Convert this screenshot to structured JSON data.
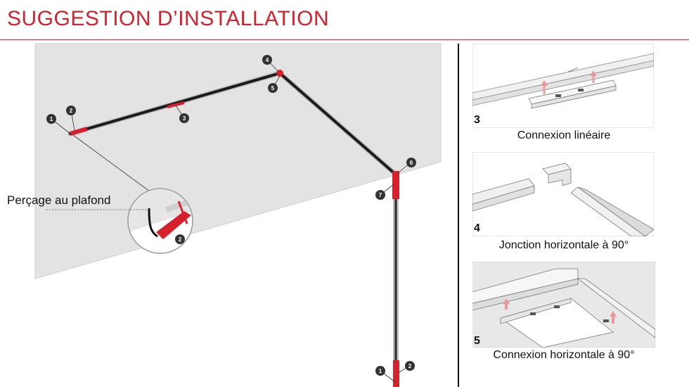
{
  "header": {
    "title": "SUGGESTION D’INSTALLATION"
  },
  "callout": {
    "label": "Perçage au plafond"
  },
  "badges": [
    "1",
    "2",
    "3",
    "4",
    "5",
    "6",
    "7"
  ],
  "panels": [
    {
      "number": "3",
      "caption": "Connexion linéaire"
    },
    {
      "number": "4",
      "caption": "Jonction horizontale à 90°"
    },
    {
      "number": "5",
      "caption": "Connexion horizontale à 90°"
    }
  ],
  "colors": {
    "accent": "#d6202b",
    "ceiling": "#e3e3e3",
    "track": "#1b1b1b"
  }
}
